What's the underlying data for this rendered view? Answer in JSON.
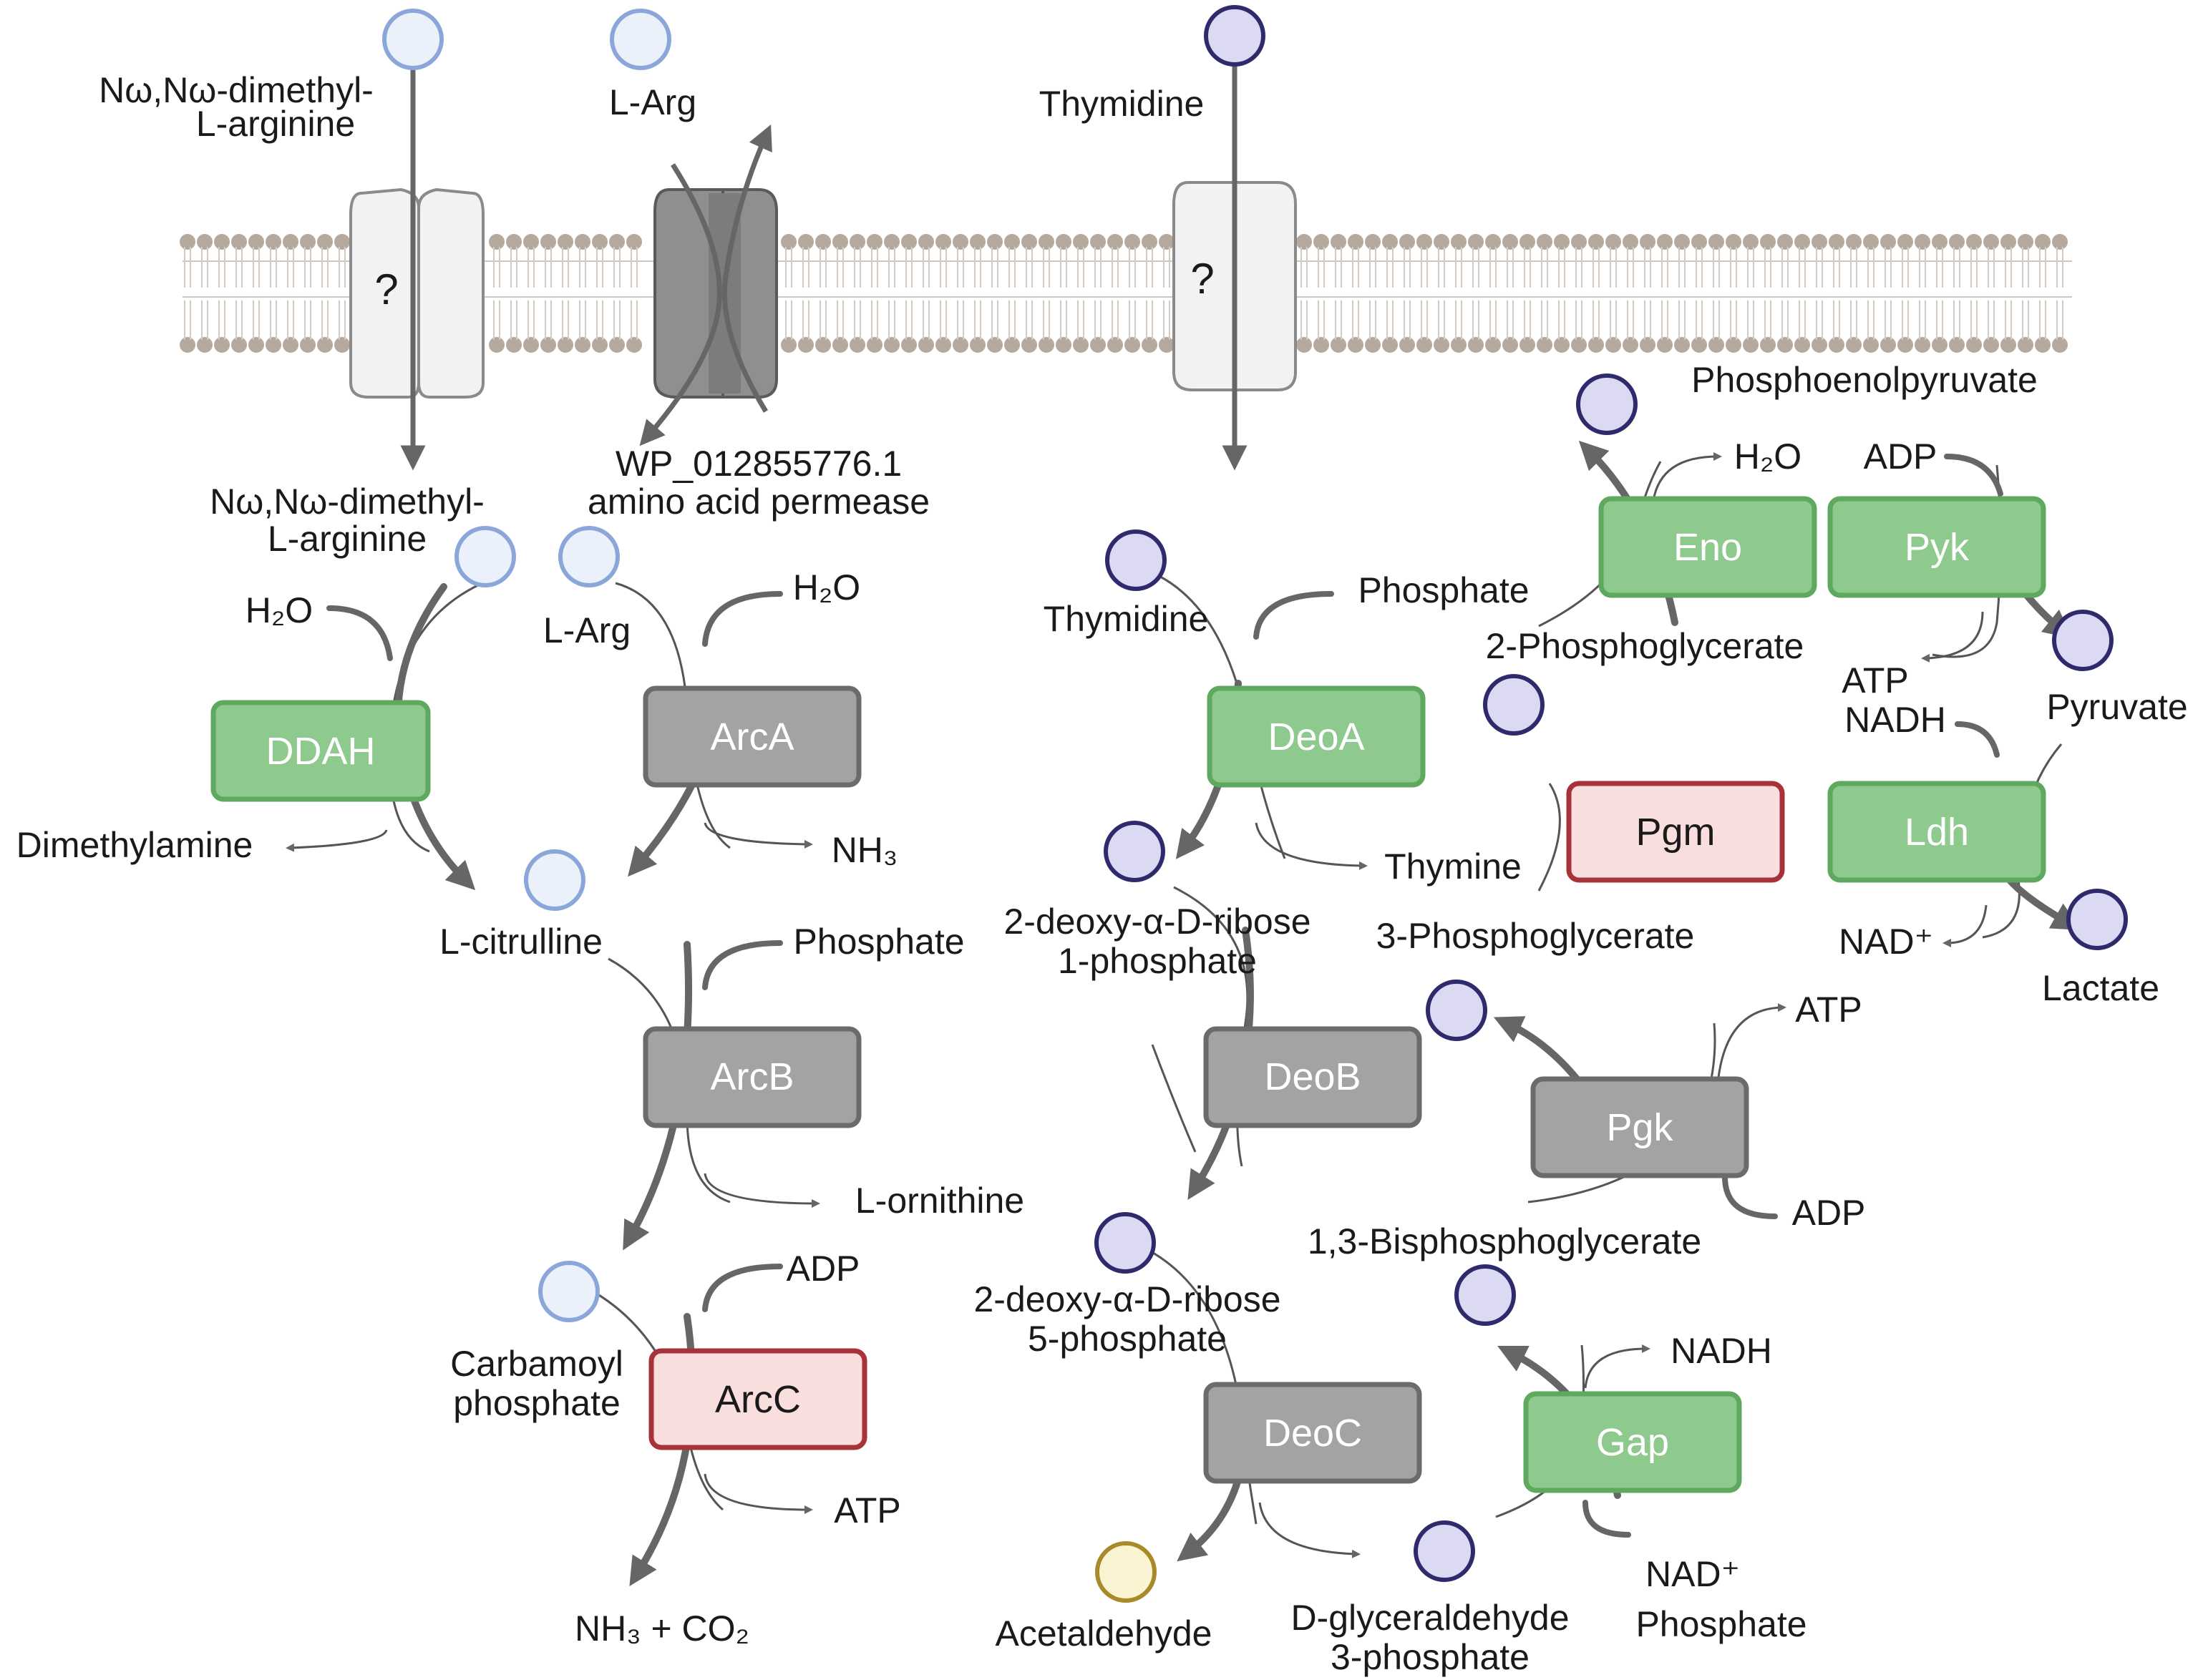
{
  "colors": {
    "enzyme_green_fill": "#8ec98e",
    "enzyme_green_stroke": "#5fa85f",
    "enzyme_gray_fill": "#a3a3a3",
    "enzyme_gray_stroke": "#6b6b6b",
    "enzyme_red_fill": "#f9dede",
    "enzyme_red_stroke": "#a8323a",
    "metabolite_blue_fill": "#eaf1fb",
    "metabolite_blue_stroke": "#8ba6d9",
    "metabolite_purple_fill": "#dcd9f3",
    "metabolite_purple_stroke": "#2e2a6b",
    "metabolite_yellow_fill": "#fbf4d2",
    "metabolite_yellow_stroke": "#a88a2a",
    "membrane": "#b5a89d",
    "arrow": "#666666"
  },
  "transporters": {
    "unknown_question_mark": "?",
    "permease_label_line1": "WP_012855776.1",
    "permease_label_line2": "amino acid permease"
  },
  "enzymes": {
    "ddah": "DDAH",
    "arca": "ArcA",
    "arcb": "ArcB",
    "arcc": "ArcC",
    "deoa": "DeoA",
    "deob": "DeoB",
    "deoc": "DeoC",
    "eno": "Eno",
    "pyk": "Pyk",
    "pgm": "Pgm",
    "ldh": "Ldh",
    "pgk": "Pgk",
    "gap": "Gap"
  },
  "labels": {
    "dma_out_l1": "Nω,Nω-dimethyl-",
    "dma_out_l2": "L-arginine",
    "arg_out": "L-Arg",
    "thymidine_out": "Thymidine",
    "dma_in_l1": "Nω,Nω-dimethyl-",
    "dma_in_l2": "L-arginine",
    "arg_in": "L-Arg",
    "thymidine_in": "Thymidine",
    "h2o_ddah": "H₂O",
    "h2o_arca": "H₂O",
    "dimethylamine": "Dimethylamine",
    "nh3": "NH₃",
    "citrulline": "L-citrulline",
    "phosphate_arcb": "Phosphate",
    "ornithine": "L-ornithine",
    "adp_arcc": "ADP",
    "carbamoyl_l1": "Carbamoyl",
    "carbamoyl_l2": "phosphate",
    "atp_arcc": "ATP",
    "nh3_co2": "NH₃ + CO₂",
    "phosphate_deoa": "Phosphate",
    "thymine": "Thymine",
    "r1p_l1": "2-deoxy-α-D-ribose",
    "r1p_l2": "1-phosphate",
    "r5p_l1": "2-deoxy-α-D-ribose",
    "r5p_l2": "5-phosphate",
    "acetaldehyde": "Acetaldehyde",
    "g3p_l1": "D-glyceraldehyde",
    "g3p_l2": "3-phosphate",
    "pep": "Phosphoenolpyruvate",
    "h2o_eno": "H₂O",
    "adp_pyk": "ADP",
    "pg2": "2-Phosphoglycerate",
    "atp_pyk": "ATP",
    "nadh_ldh": "NADH",
    "pyruvate": "Pyruvate",
    "pg3": "3-Phosphoglycerate",
    "nad_ldh": "NAD⁺",
    "lactate": "Lactate",
    "atp_pgk": "ATP",
    "adp_pgk": "ADP",
    "bpg": "1,3-Bisphosphoglycerate",
    "nadh_gap": "NADH",
    "nad_gap": "NAD⁺",
    "phosphate_gap": "Phosphate"
  }
}
